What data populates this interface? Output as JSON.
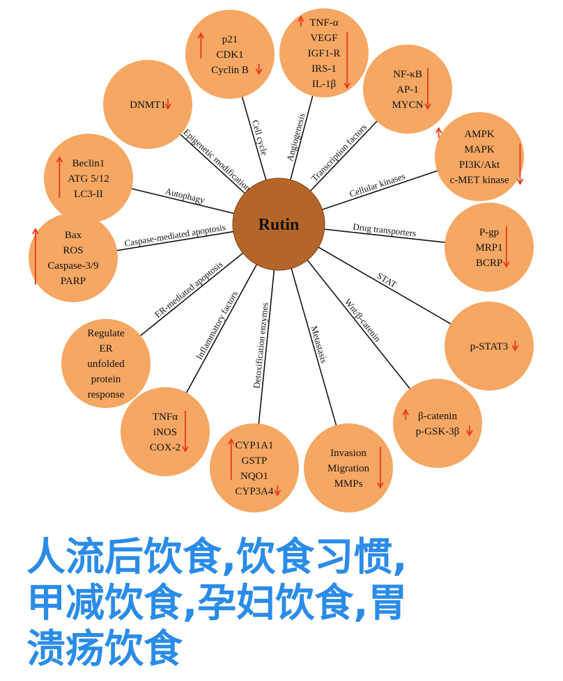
{
  "center": {
    "label": "Rutin",
    "color": "#b4662a"
  },
  "colors": {
    "node": "#f5a763",
    "arrow": "#e8391e",
    "spoke": "#111111",
    "watermark": "#2a8ce8"
  },
  "nodes": [
    {
      "spoke": "Cell cycle",
      "lines": [
        "p21",
        "CDK1",
        "Cyclin B"
      ],
      "arrows": [
        {
          "dir": "up",
          "from": 0,
          "to": 1
        },
        {
          "dir": "down",
          "from": 2,
          "to": 2
        }
      ]
    },
    {
      "spoke": "Angiogenesis",
      "lines": [
        "TNF-α",
        "VEGF",
        "IGF1-R",
        "IRS-1",
        "IL-1β"
      ],
      "arrows": [
        {
          "dir": "up",
          "from": 0,
          "to": 0
        },
        {
          "dir": "down",
          "from": 1,
          "to": 4
        }
      ]
    },
    {
      "spoke": "Transcription factors",
      "lines": [
        "NF-κB",
        "AP-1",
        "MYCN"
      ],
      "arrows": [
        {
          "dir": "down",
          "from": 0,
          "to": 2
        }
      ]
    },
    {
      "spoke": "Cellular kinases",
      "lines": [
        "AMPK",
        "MAPK",
        "PI3K/Akt",
        "c-MET kinase"
      ],
      "arrows": [
        {
          "dir": "up",
          "from": 0,
          "to": 0
        },
        {
          "dir": "down",
          "from": 1,
          "to": 3
        }
      ]
    },
    {
      "spoke": "Drug transporters",
      "lines": [
        "P-gp",
        "MRP1",
        "BCRP"
      ],
      "arrows": [
        {
          "dir": "down",
          "from": 0,
          "to": 2
        }
      ]
    },
    {
      "spoke": "STAT",
      "lines": [
        "p-STAT3"
      ],
      "arrows": [
        {
          "dir": "down",
          "from": 0,
          "to": 0
        }
      ]
    },
    {
      "spoke": "Wnt/β-catenin",
      "lines": [
        "β-catenin",
        "p-GSK-3β"
      ],
      "arrows": [
        {
          "dir": "up",
          "from": 0,
          "to": 0
        },
        {
          "dir": "down",
          "from": 1,
          "to": 1
        }
      ]
    },
    {
      "spoke": "Metastasis",
      "lines": [
        "Invasion",
        "Migration",
        "MMPs"
      ],
      "arrows": [
        {
          "dir": "down",
          "from": 0,
          "to": 2
        }
      ]
    },
    {
      "spoke": "Detoxification enzymes",
      "lines": [
        "CYP1A1",
        "GSTP",
        "NQO1",
        "CYP3A4"
      ],
      "arrows": [
        {
          "dir": "up",
          "from": 0,
          "to": 2
        },
        {
          "dir": "down",
          "from": 3,
          "to": 3
        }
      ]
    },
    {
      "spoke": "Inflammatory factors",
      "lines": [
        "TNFα",
        "iNOS",
        "COX-2"
      ],
      "arrows": [
        {
          "dir": "down",
          "from": 0,
          "to": 2
        }
      ]
    },
    {
      "spoke": "ER-mediated apoptosis",
      "lines": [
        "Regulate",
        "ER",
        "unfolded",
        "protein",
        "response"
      ],
      "arrows": []
    },
    {
      "spoke": "Caspase-mediated apoptosis",
      "lines": [
        "Bax",
        "ROS",
        "Caspase-3/9",
        "PARP"
      ],
      "arrows": [
        {
          "dir": "up",
          "from": 0,
          "to": 3
        }
      ]
    },
    {
      "spoke": "Autophagy",
      "lines": [
        "Beclin1",
        "ATG 5/12",
        "LC3-II"
      ],
      "arrows": [
        {
          "dir": "up",
          "from": 0,
          "to": 2
        }
      ]
    },
    {
      "spoke": "Epigenetic modification",
      "lines": [
        "DNMT1"
      ],
      "arrows": [
        {
          "dir": "down",
          "from": 0,
          "to": 0
        }
      ]
    }
  ],
  "watermark": [
    "人流后饮食,饮食习惯,",
    "甲减饮食,孕妇饮食,胃",
    "溃疡饮食"
  ]
}
